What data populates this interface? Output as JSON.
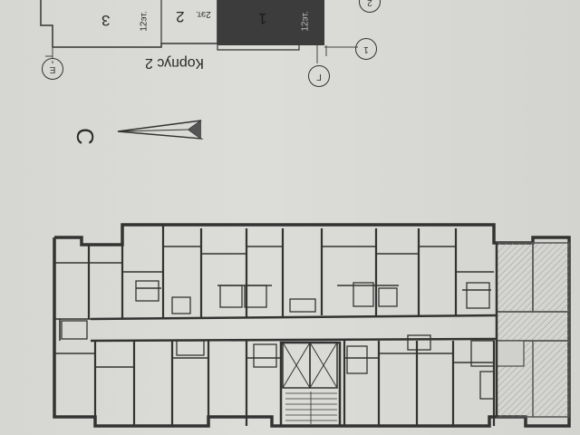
{
  "key_plan": {
    "sections": [
      {
        "number": "3",
        "floors": "12эт."
      },
      {
        "number": "2",
        "floors": "2эт."
      },
      {
        "number": "1",
        "floors": "12эт."
      }
    ],
    "building_label": "Корпус 2",
    "highlighted_section": "1",
    "axes": [
      "Е",
      "Г",
      "1",
      "2"
    ]
  },
  "compass": {
    "label": "С"
  },
  "colors": {
    "wall": "#3a3a3a",
    "highlight": "#3b3b3b",
    "hatch": "#9a9a9a",
    "paper": "#d9d9d5"
  }
}
